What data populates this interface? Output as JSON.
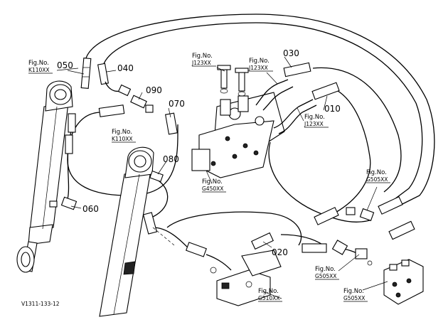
{
  "refs": {
    "r050": "050",
    "r040": "040",
    "r090": "090",
    "r070": "070",
    "r080": "080",
    "r060": "060",
    "r030": "030",
    "r010": "010",
    "r020": "020"
  },
  "figs": {
    "k110_top": {
      "fig": "Fig.No.",
      "code": "K110XX"
    },
    "k110_mid": {
      "fig": "Fig.No.",
      "code": "K110XX"
    },
    "j123_left": {
      "fig": "Fig.No.",
      "code": "J123XX"
    },
    "j123_mid": {
      "fig": "Fig.No.",
      "code": "J123XX"
    },
    "j123_right": {
      "fig": "Fig.No.",
      "code": "J123XX"
    },
    "g450": {
      "fig": "Fig.No.",
      "code": "G450XX"
    },
    "g505_top": {
      "fig": "Fig.No.",
      "code": "G505XX"
    },
    "g505_mid": {
      "fig": "Fig.No.",
      "code": "G505XX"
    },
    "g505_bot": {
      "fig": "Fig.No.",
      "code": "G505XX"
    },
    "g510": {
      "fig": "Fig.No.",
      "code": "G510XX"
    }
  },
  "footer_code": "V1311-133-12"
}
